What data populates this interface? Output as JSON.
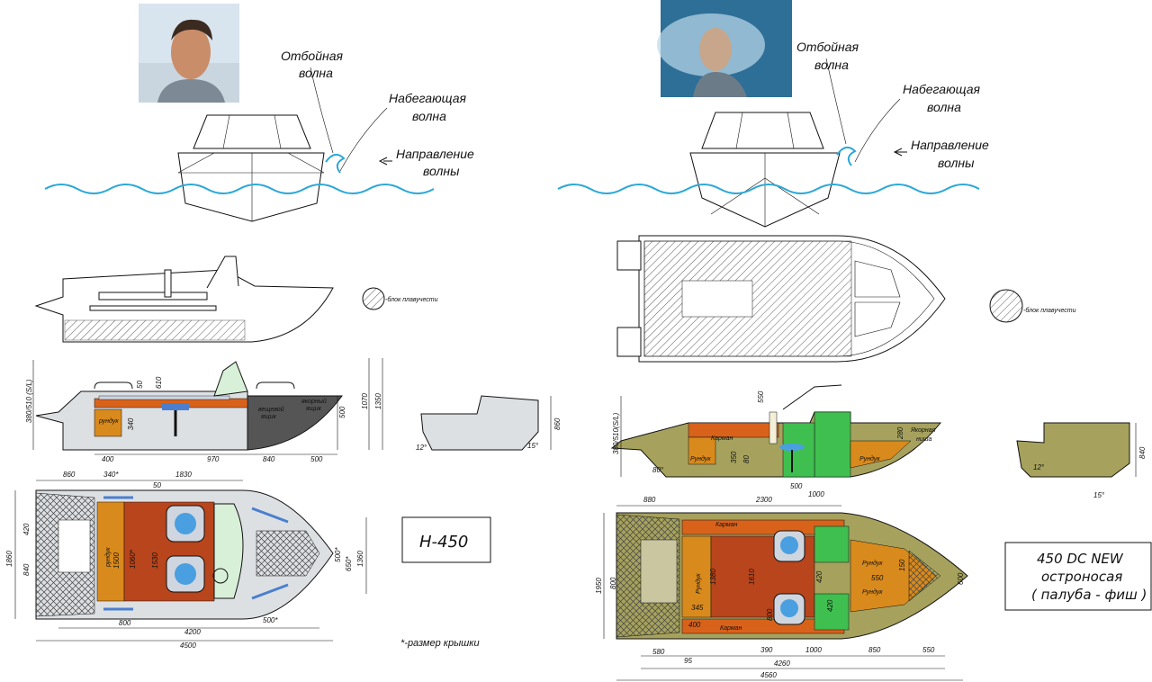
{
  "colors": {
    "wave": "#2ba8d6",
    "olive": "#a6a25d",
    "orange": "#d98a1c",
    "darkorange": "#d9621b",
    "green": "#3fbf4f",
    "brown": "#b8451c",
    "seat": "#cfd6df",
    "gray": "#dde0e3",
    "darkgray": "#555"
  },
  "left": {
    "wave_labels": {
      "rebound": [
        "Отбойная",
        "волна"
      ],
      "incoming": [
        "Набегающая",
        "волна"
      ],
      "direction": [
        "Направление",
        "волны"
      ]
    },
    "legend": "-блок плавучести",
    "model": "Н-450",
    "footnote": "*-размер крышки",
    "side": {
      "dims": {
        "d400": "400",
        "d970": "970",
        "d840": "840",
        "d500a": "500",
        "d500b": "500",
        "d1070": "1070",
        "d1350": "1350",
        "d50": "50",
        "d610": "610",
        "d340": "340",
        "d380": "380/510 (S/L)"
      },
      "rundyk": "рундук",
      "vesh": [
        "вещевой",
        "ящик"
      ],
      "anchor": [
        "якорный",
        "ящик"
      ]
    },
    "front_dims": {
      "d860": "860",
      "d12": "12°",
      "d15": "15°"
    },
    "plan": {
      "top": {
        "d860": "860",
        "d340": "340*",
        "d1830": "1830",
        "d50": "50"
      },
      "left": {
        "d420": "420",
        "d840": "840",
        "d1860": "1860"
      },
      "inner": {
        "rundyk": "рундук",
        "d1500": "1500",
        "d1060": "1060*",
        "d1530": "1530"
      },
      "right": {
        "d500": "500*",
        "d650": "650*",
        "d1360": "1360"
      },
      "bottom": {
        "d800": "800",
        "d500": "500*",
        "d4200": "4200",
        "d4500": "4500"
      }
    }
  },
  "right": {
    "wave_labels": {
      "rebound": [
        "Отбойная",
        "волна"
      ],
      "incoming": [
        "Набегающая",
        "волна"
      ],
      "direction": [
        "Направление",
        "волны"
      ]
    },
    "legend": "-блок плавучести",
    "model": [
      "450 DC NEW",
      "остроносая",
      "( палуба - фиш )"
    ],
    "side": {
      "dims": {
        "d380": "380/510(S/L)",
        "d550": "550",
        "d350": "350",
        "d80": "80",
        "d80deg": "80°",
        "d500": "500",
        "d1000": "1000",
        "d280": "280"
      },
      "karman": "Карман",
      "rundyk_left": "Рундук",
      "rundyk_right": "Рундук",
      "anchor": [
        "Якорная",
        "ниша"
      ]
    },
    "front_dims": {
      "d840": "840",
      "d12": "12°",
      "d15": "15°"
    },
    "plan": {
      "top": {
        "d880": "880",
        "d2300": "2300"
      },
      "left": {
        "d800": "800",
        "d1950": "1950"
      },
      "inner": {
        "karman_top": "Карман",
        "karman_bottom": "Карман",
        "rundyk": "Рундук",
        "d1380": "1380",
        "d345": "345",
        "d400": "400",
        "d1610": "1610",
        "d800": "800",
        "d420": "420",
        "d420b": "420"
      },
      "bow": {
        "rundyk1": "Рундук",
        "rundyk2": "Рундук",
        "d550": "550",
        "d150": "150",
        "d600": "600"
      },
      "bottom": {
        "d580": "580",
        "d390": "390",
        "d1000": "1000",
        "d850": "850",
        "d550": "550",
        "d95": "95",
        "d4260": "4260",
        "d4560": "4560"
      }
    }
  }
}
